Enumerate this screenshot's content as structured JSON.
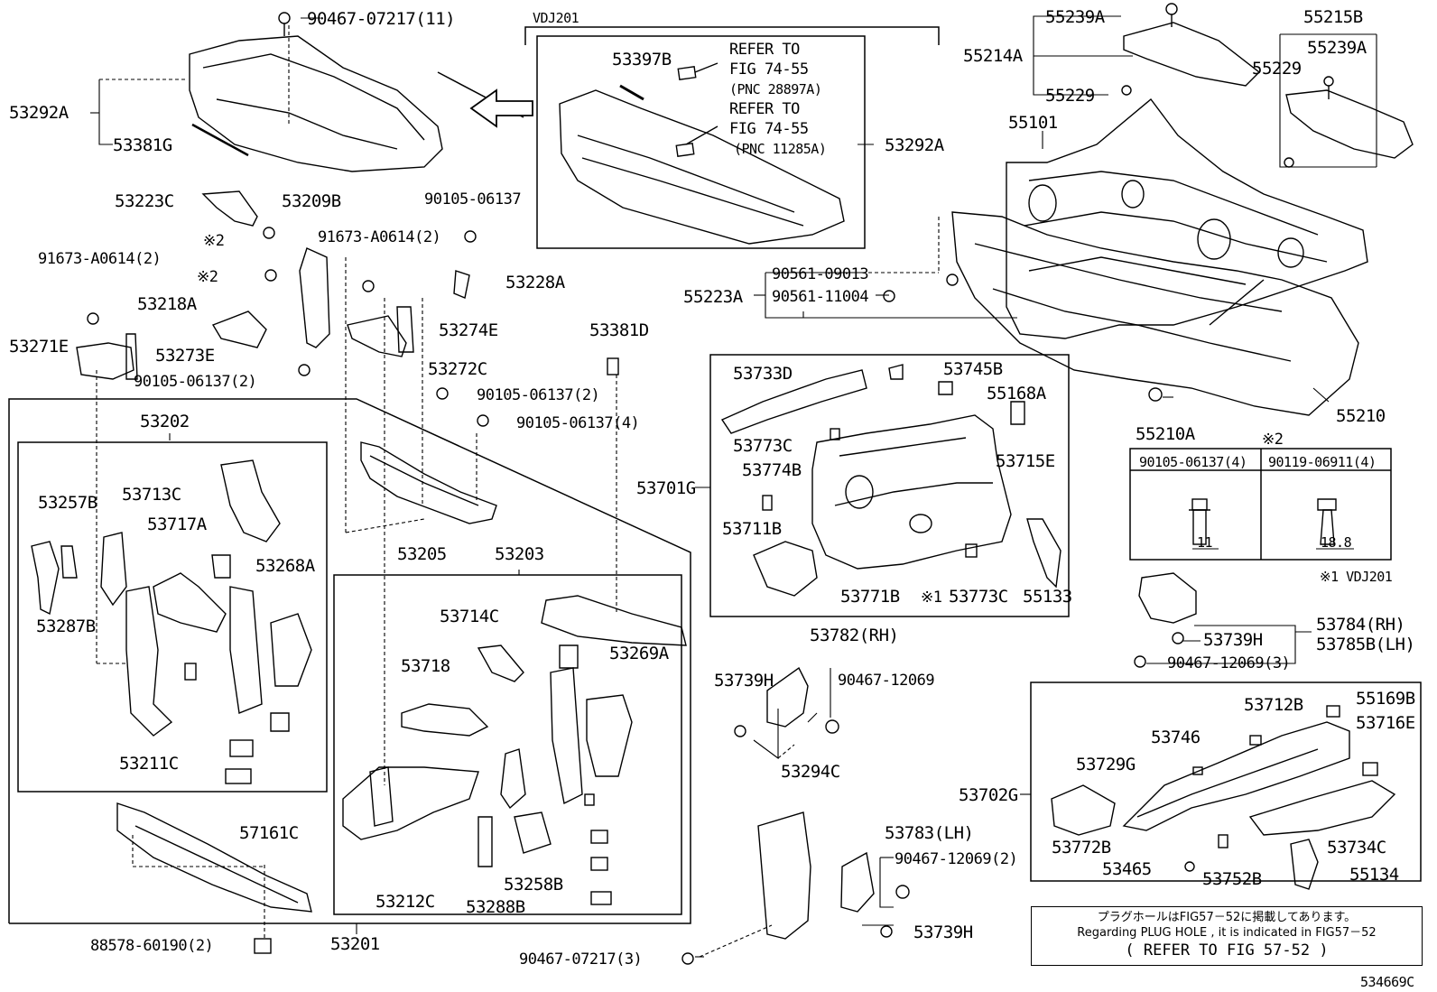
{
  "labels": {
    "p90467_07217_11": "90467-07217(11)",
    "p53292A_left": "53292A",
    "p53381G": "53381G",
    "vdj201": "VDJ201",
    "p53397B": "53397B",
    "refer1": "REFER TO",
    "fig1": "FIG 74-55",
    "pnc1": "(PNC 28897A)",
    "refer2": "REFER TO",
    "fig2": "FIG 74-55",
    "pnc2": "(PNC 11285A)",
    "p53292A_right": "53292A",
    "p55239A_top": "55239A",
    "p55214A": "55214A",
    "p55229_left": "55229",
    "p55215B": "55215B",
    "p55239A_right": "55239A",
    "p55229_right": "55229",
    "p55101": "55101",
    "p53223C": "53223C",
    "p53209B": "53209B",
    "star2_a": "※2",
    "p90105_06137_top": "90105-06137",
    "p91673_a0614_2_mid": "91673-A0614(2)",
    "p91673_a0614_2_left": "91673-A0614(2)",
    "star2_b": "※2",
    "p53228A": "53228A",
    "p90561_09013": "90561-09013",
    "p55223A": "55223A",
    "p90561_11004": "90561-11004",
    "p53218A": "53218A",
    "p53274E": "53274E",
    "p53381D": "53381D",
    "p53271E": "53271E",
    "p53273E": "53273E",
    "p90105_06137_2_left": "90105-06137(2)",
    "p53272C": "53272C",
    "p53733D": "53733D",
    "p53745B": "53745B",
    "p55168A": "55168A",
    "p55210A": "55210A",
    "p55210": "55210",
    "p90105_06137_2_mid": "90105-06137(2)",
    "p90105_06137_4_mid": "90105-06137(4)",
    "p53202": "53202",
    "p53773C_top": "53773C",
    "p53715E": "53715E",
    "star2_tbl": "※2",
    "p53774B": "53774B",
    "tbl_col1": "90105-06137(4)",
    "tbl_col2": "90119-06911(4)",
    "dim_11": "11",
    "dim_18_8": "18.8",
    "p53257B": "53257B",
    "p53713C": "53713C",
    "p53701G": "53701G",
    "p53717A": "53717A",
    "p53711B": "53711B",
    "p53205": "53205",
    "p53203": "53203",
    "p53268A": "53268A",
    "star1_vdj": "※1 VDJ201",
    "p53771B": "53771B",
    "star1_b": "※1",
    "p53773C_bot": "53773C",
    "p55133": "55133",
    "p53287B": "53287B",
    "p53714C": "53714C",
    "p53739H_right": "53739H",
    "p53784": "53784(RH)",
    "p53785B": "53785B(LH)",
    "p53782": "53782(RH)",
    "p90467_12069_3": "90467-12069(3)",
    "p53269A": "53269A",
    "p53718": "53718",
    "p53739H_mid": "53739H",
    "p90467_12069": "90467-12069",
    "p53712B": "53712B",
    "p55169B": "55169B",
    "p53716E": "53716E",
    "p53746": "53746",
    "p53211C": "53211C",
    "p53729G": "53729G",
    "p53294C": "53294C",
    "p53702G": "53702G",
    "p57161C": "57161C",
    "p53783": "53783(LH)",
    "p53772B": "53772B",
    "p53734C": "53734C",
    "p90467_12069_2": "90467-12069(2)",
    "p53465": "53465",
    "p53752B": "53752B",
    "p55134": "55134",
    "p53212C": "53212C",
    "p53258B": "53258B",
    "p53288B": "53288B",
    "p53739H_bot": "53739H",
    "p88578": "88578-60190(2)",
    "p53201": "53201",
    "p90467_07217_3": "90467-07217(3)",
    "diagram_id": "534669C"
  },
  "note": {
    "jp": "プラグホールはFIG57－52に掲載してあります。",
    "en": "Regarding PLUG HOLE , it is indicated in FIG57－52",
    "ref": "( REFER TO FIG 57-52 )"
  }
}
